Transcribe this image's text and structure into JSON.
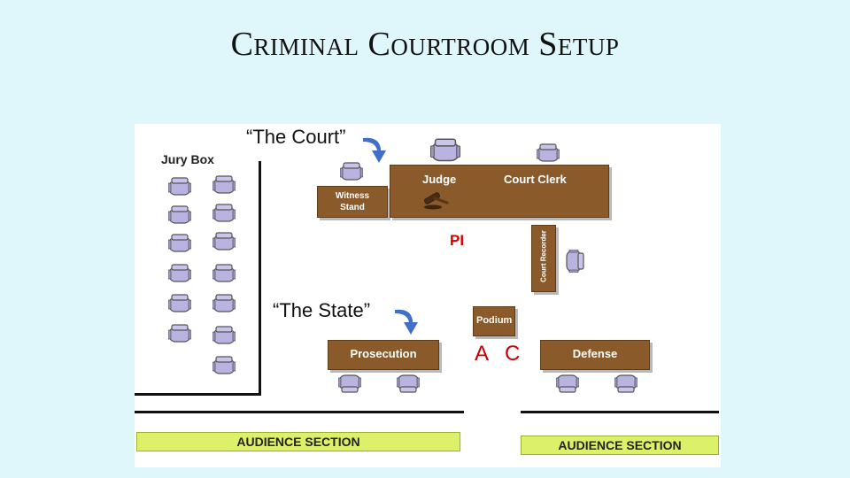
{
  "title": "Criminal Courtroom Setup",
  "callouts": {
    "court": "“The Court”",
    "state": "“The State”"
  },
  "labels": {
    "jury_box": "Jury Box",
    "witness_stand_line1": "Witness",
    "witness_stand_line2": "Stand",
    "judge": "Judge",
    "court_clerk": "Court Clerk",
    "court_recorder": "Court Recorder",
    "podium": "Podium",
    "prosecution": "Prosecution",
    "defense": "Defense",
    "audience_left": "AUDIENCE SECTION",
    "audience_right": "AUDIENCE SECTION"
  },
  "markers": {
    "pi": "PI",
    "a": "A",
    "c": "C"
  },
  "colors": {
    "background": "#dff6fa",
    "desk": "#8a5a2a",
    "chair": "#b9b3e0",
    "audience": "#ddf06a",
    "arrow": "#3f6fc9",
    "marker_red": "#d40000"
  }
}
